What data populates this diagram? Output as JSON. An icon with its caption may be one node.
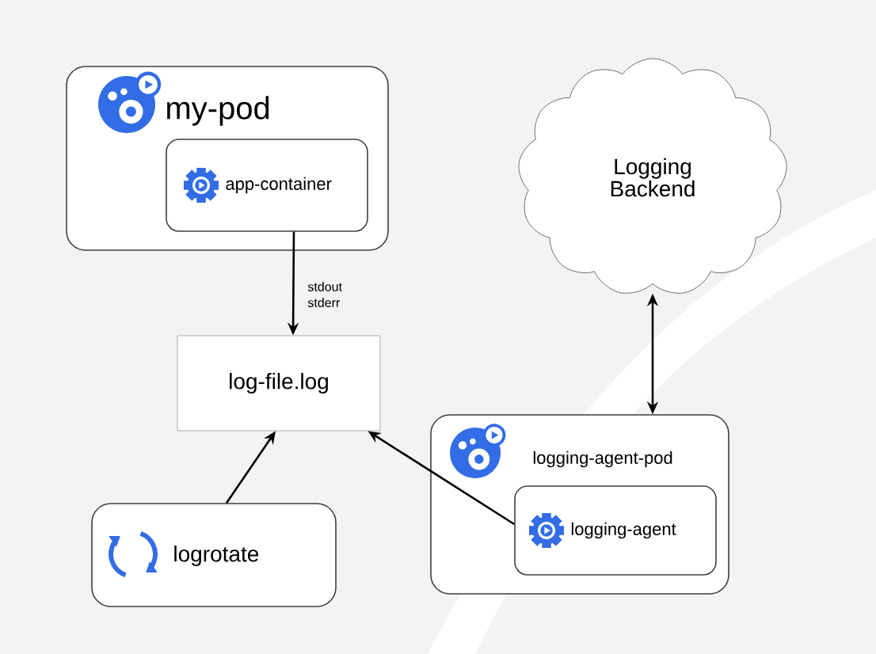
{
  "diagram": {
    "nodes": [
      {
        "text": [
          "my-pod"
        ]
      },
      {
        "text": [
          "app-container"
        ],
        "in": 0
      },
      {
        "text": [
          "log-file.log"
        ]
      },
      {
        "text": [
          "logrotate"
        ]
      },
      {
        "text": [
          "Logging Backend"
        ]
      },
      {
        "text": [
          "logging-agent-pod"
        ]
      },
      {
        "text": [
          "logging-agent"
        ],
        "in": 5
      }
    ],
    "edges": [
      {
        "from": 1,
        "to": 2,
        "arrow": "to",
        "label": "stdout stderr"
      },
      {
        "from": 3,
        "to": 2,
        "arrow": "to"
      },
      {
        "from": 6,
        "to": 2,
        "arrow": "to"
      },
      {
        "from": 4,
        "to": 5,
        "arrow": "both"
      }
    ]
  }
}
